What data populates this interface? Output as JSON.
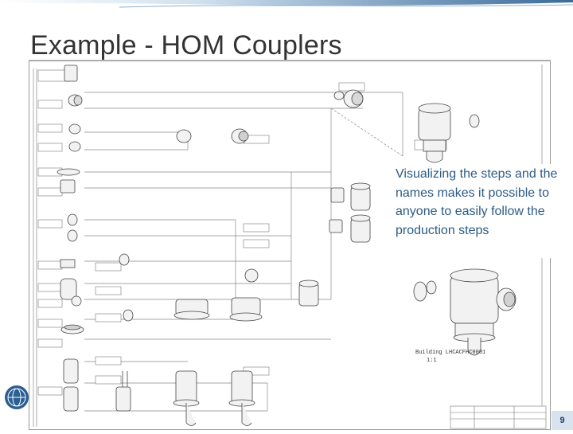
{
  "slide": {
    "title": "Example - HOM Couplers",
    "callout": "Visualizing the steps and the names makes it possible to anyone to easily follow the production steps",
    "page_number": "9"
  },
  "drawing": {
    "labels": {
      "main_top": "Building LHCACFHC0001 1:1",
      "main_small": "Building LHCACFHC0001",
      "main_scale": "1:1"
    }
  },
  "colors": {
    "title": "#333333",
    "callout_text": "#2b5b84",
    "accent_blue": "#3a6b9a",
    "drawing_line": "#555555"
  },
  "icons": [
    "institution-logo-icon",
    "hom-coupler-part-icon"
  ]
}
